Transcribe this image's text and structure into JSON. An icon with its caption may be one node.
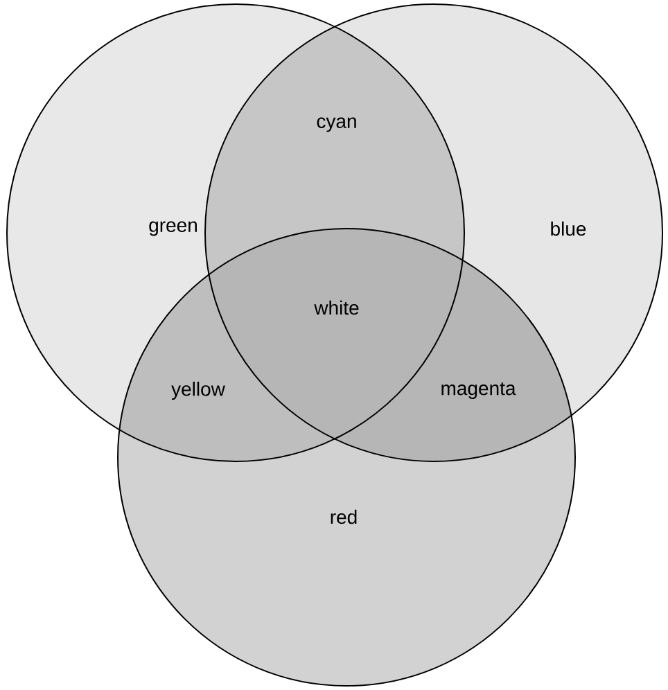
{
  "diagram": {
    "nodes": [
      {
        "text": [
          "green"
        ]
      },
      {
        "text": [
          "blue"
        ]
      },
      {
        "text": [
          "red"
        ]
      }
    ],
    "labels": [
      "cyan",
      "white",
      "yellow",
      "magenta"
    ]
  }
}
